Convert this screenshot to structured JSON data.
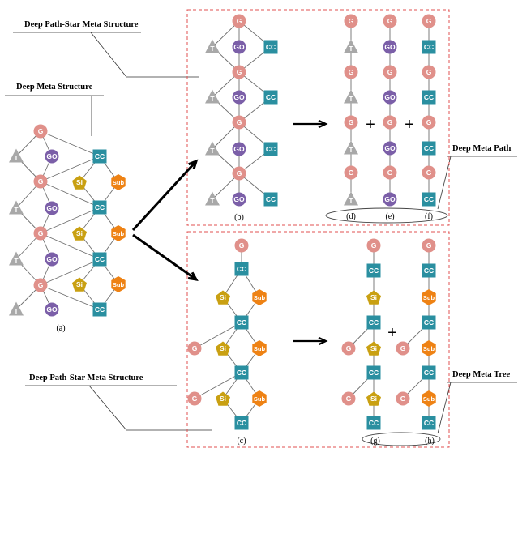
{
  "labels": {
    "deep_path_star_top": "Deep Path-Star Meta Structure",
    "deep_meta_structure": "Deep Meta Structure",
    "deep_meta_path": "Deep Meta Path",
    "deep_path_star_bottom": "Deep Path-Star Meta Structure",
    "deep_meta_tree": "Deep Meta Tree"
  },
  "captions": {
    "a": "(a)",
    "b": "(b)",
    "c": "(c)",
    "d": "(d)",
    "e": "(e)",
    "f": "(f)",
    "g": "(g)",
    "h": "(h)"
  },
  "operators": {
    "plus": "+"
  },
  "node_labels": {
    "G": "G",
    "GO": "GO",
    "CC": "CC",
    "T": "T",
    "Si": "Si",
    "Sub": "Sub"
  },
  "colors": {
    "G": "#e0908a",
    "GO": "#7b5fa8",
    "CC": "#2a8fa0",
    "T": "#a8a8a8",
    "Si": "#c9a012",
    "Sub": "#ee8214",
    "frame": "#e05050"
  }
}
